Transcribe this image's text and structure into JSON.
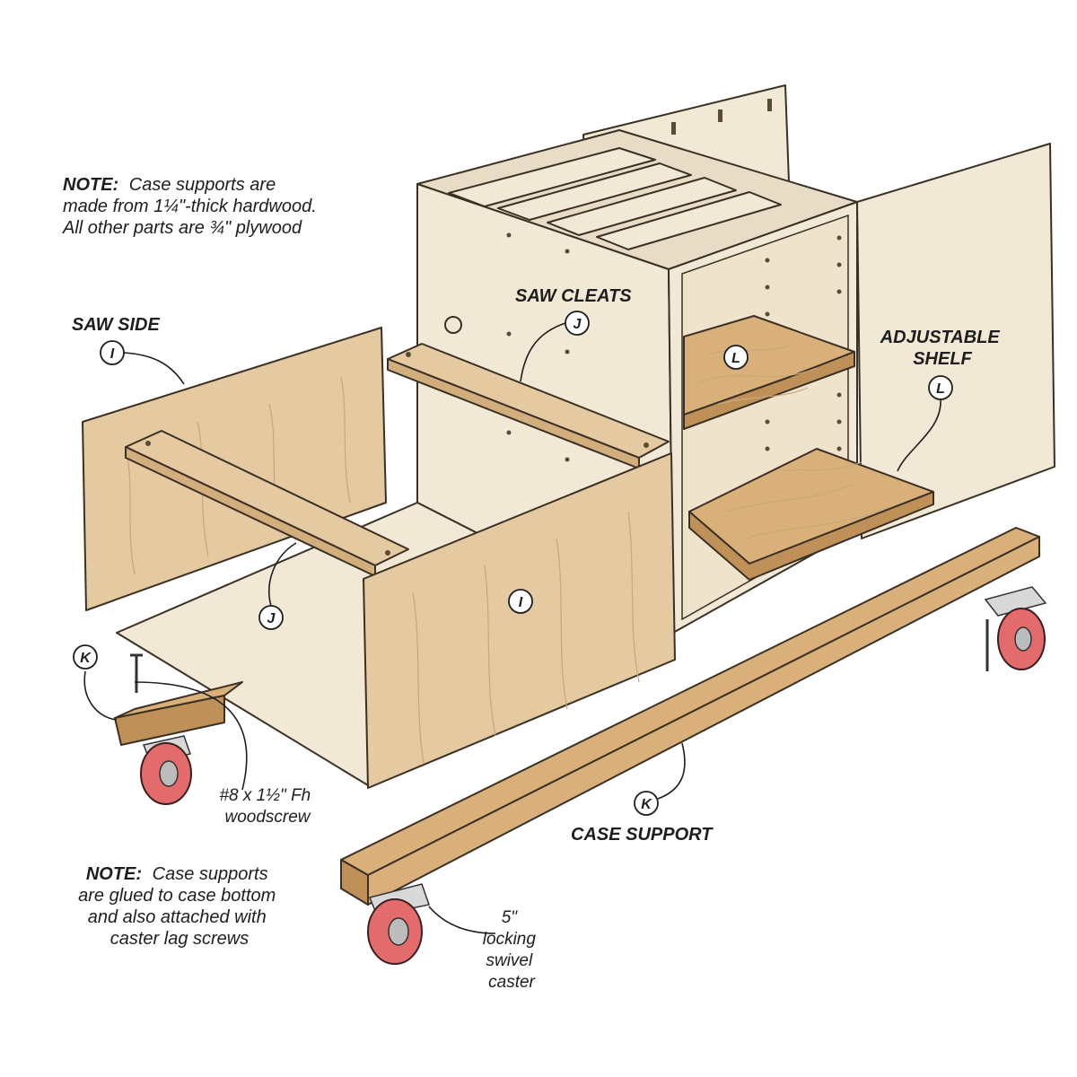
{
  "notes": {
    "top": {
      "head": "NOTE:",
      "lines": [
        "Case supports are",
        "made from 1¼\"-thick hardwood.",
        "All other parts are ¾\" plywood"
      ]
    },
    "bottom": {
      "head": "NOTE:",
      "lines": [
        "Case supports",
        "are glued to case bottom",
        "and also attached with",
        "caster lag screws"
      ]
    }
  },
  "labels": {
    "saw_side": "SAW SIDE",
    "saw_cleats": "SAW CLEATS",
    "adjustable_shelf_1": "ADJUSTABLE",
    "adjustable_shelf_2": "SHELF",
    "case_support": "CASE SUPPORT",
    "screw_1": "#8 x 1½\" Fh",
    "screw_2": "woodscrew",
    "caster_1": "5\"",
    "caster_2": "locking",
    "caster_3": "swivel",
    "caster_4": "caster"
  },
  "callouts": {
    "saw_side": "I",
    "saw_cleat_top": "J",
    "saw_cleat_bottom": "J",
    "front_side": "I",
    "shelf_upper": "L",
    "shelf_label": "L",
    "support_left": "K",
    "support_front": "K"
  }
}
